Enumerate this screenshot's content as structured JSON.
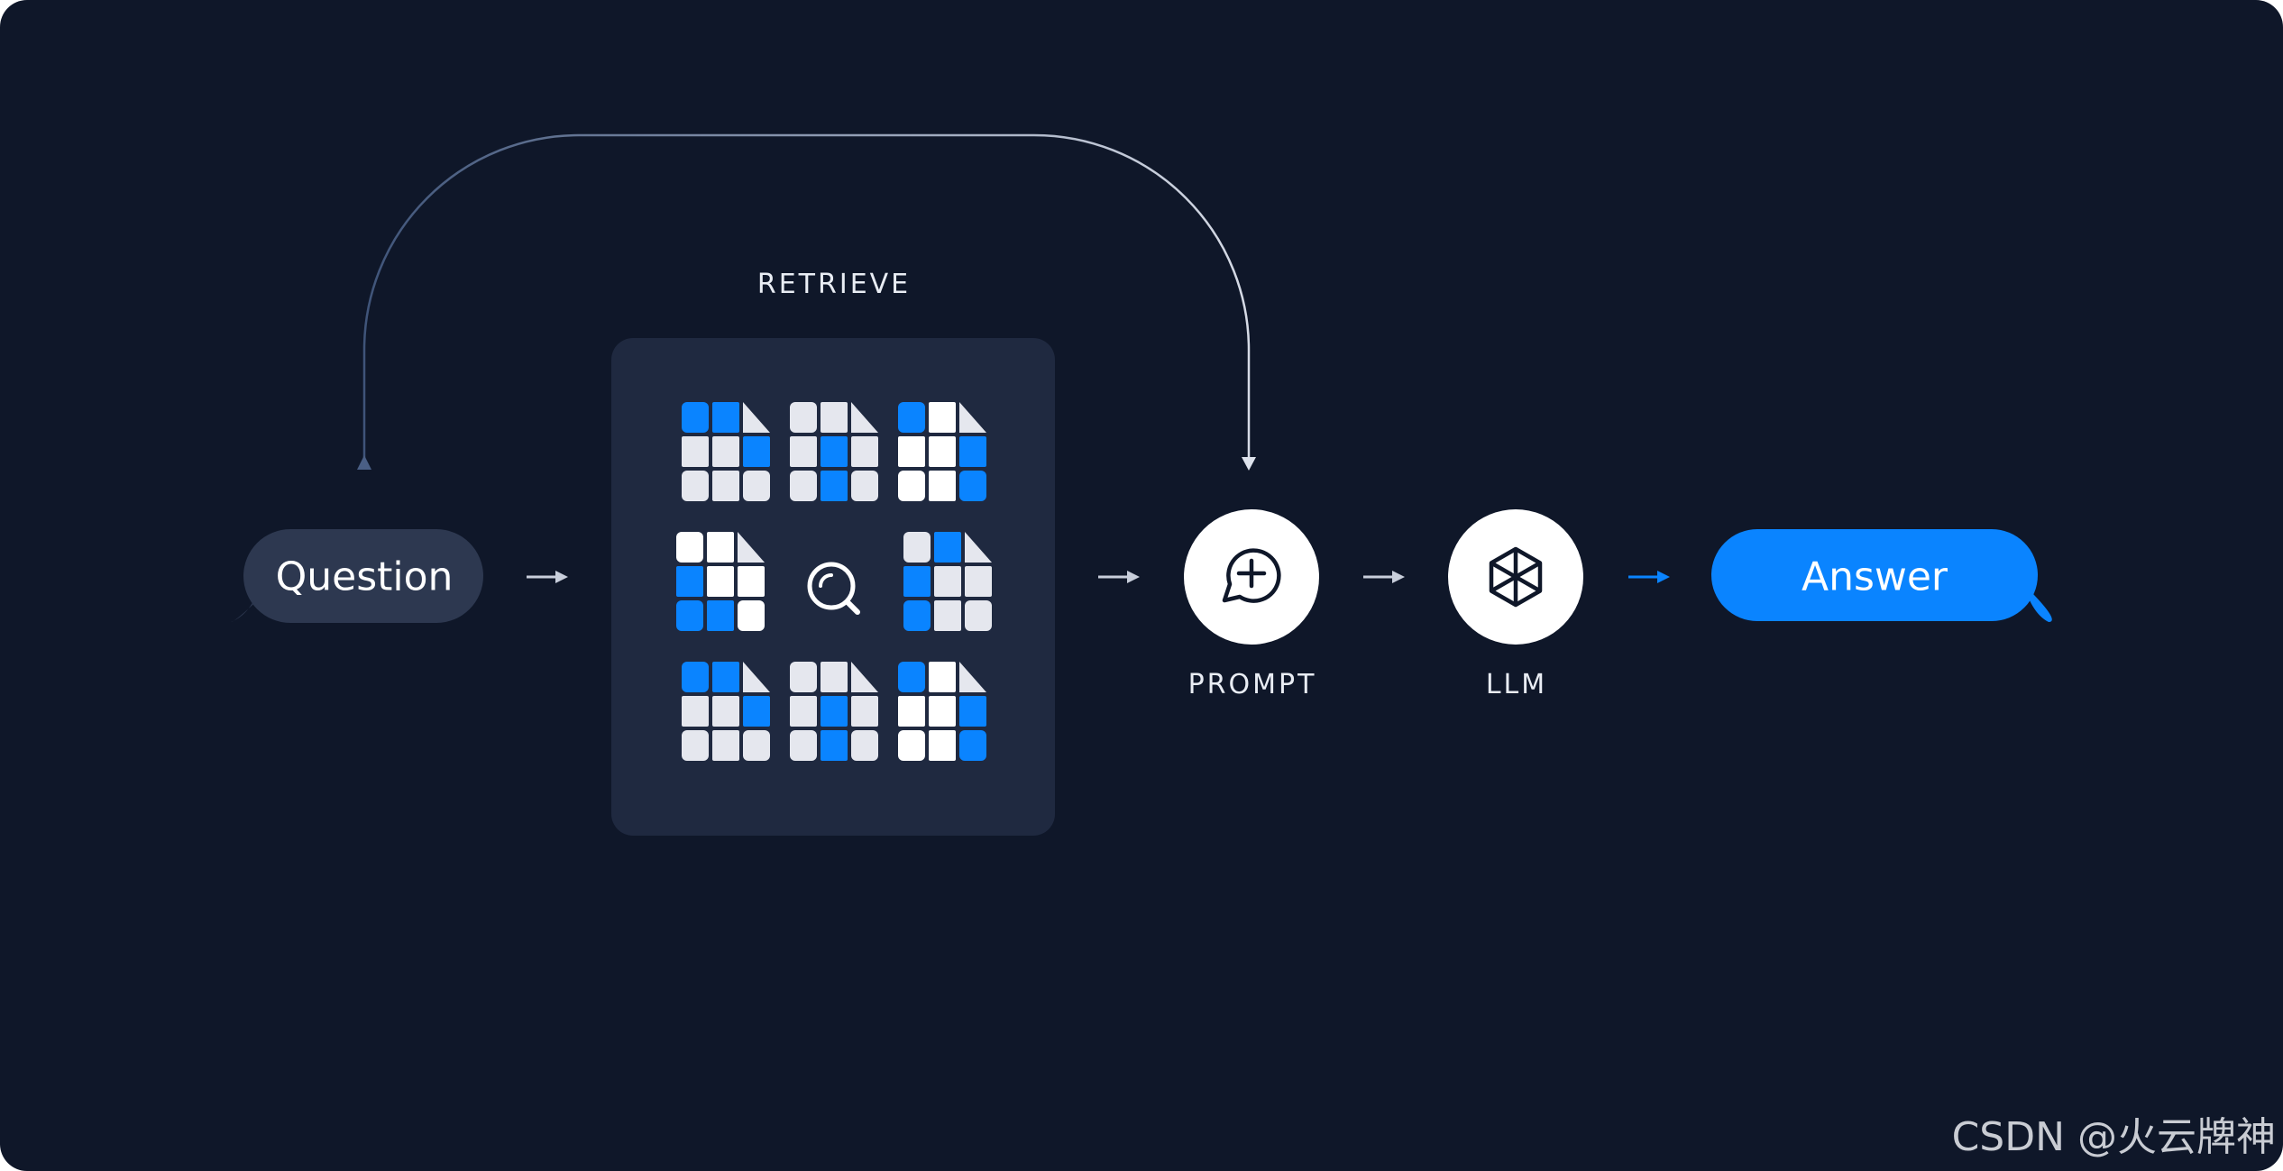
{
  "nodes": {
    "question": "Question",
    "retrieve": "RETRIEVE",
    "prompt": "PROMPT",
    "llm": "LLM",
    "answer": "Answer"
  },
  "icons": {
    "retrieve_center": "search-icon",
    "prompt": "chat-plus-icon",
    "llm": "hexagon-cube-icon",
    "documents": "spreadsheet-document-icon"
  },
  "colors": {
    "background": "#0f1729",
    "panel": "#1f2940",
    "question_bubble": "#2d3850",
    "answer_bubble": "#0a84ff",
    "accent_blue": "#0a84ff",
    "cell_light": "#e5e7ee",
    "cell_white": "#ffffff"
  },
  "watermark": "CSDN @火云牌神"
}
